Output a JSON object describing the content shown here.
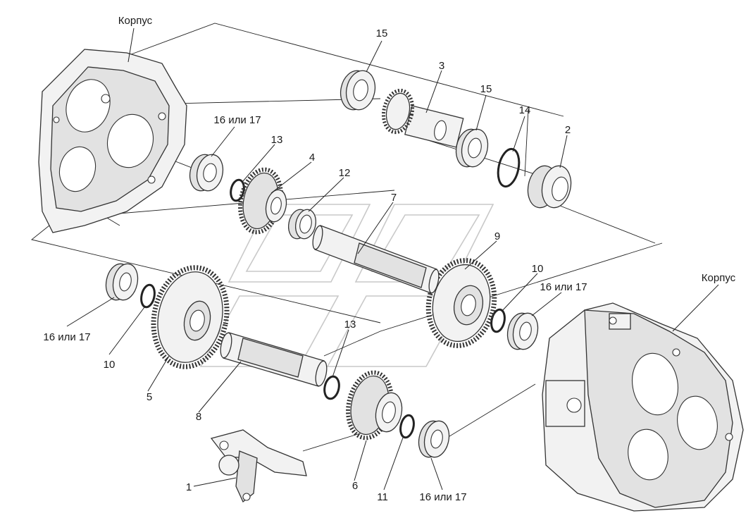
{
  "labels": {
    "korpus_left": "Корпус",
    "korpus_right": "Корпус",
    "n1": "1",
    "n2": "2",
    "n3": "3",
    "n4": "4",
    "n5": "5",
    "n6": "6",
    "n7": "7",
    "n8": "8",
    "n9": "9",
    "n10a": "10",
    "n10b": "10",
    "n11": "11",
    "n12": "12",
    "n13a": "13",
    "n13b": "13",
    "n14": "14",
    "n15a": "15",
    "n15b": "15",
    "b16a": "16 или 17",
    "b16b": "16 или 17",
    "b16c": "16 или 17",
    "b16d": "16 или 17"
  },
  "colors": {
    "line": "#333333",
    "part_fill": "#f2f2f2",
    "shade": "#e2e2e2",
    "watermark": "#c9c9c9"
  }
}
